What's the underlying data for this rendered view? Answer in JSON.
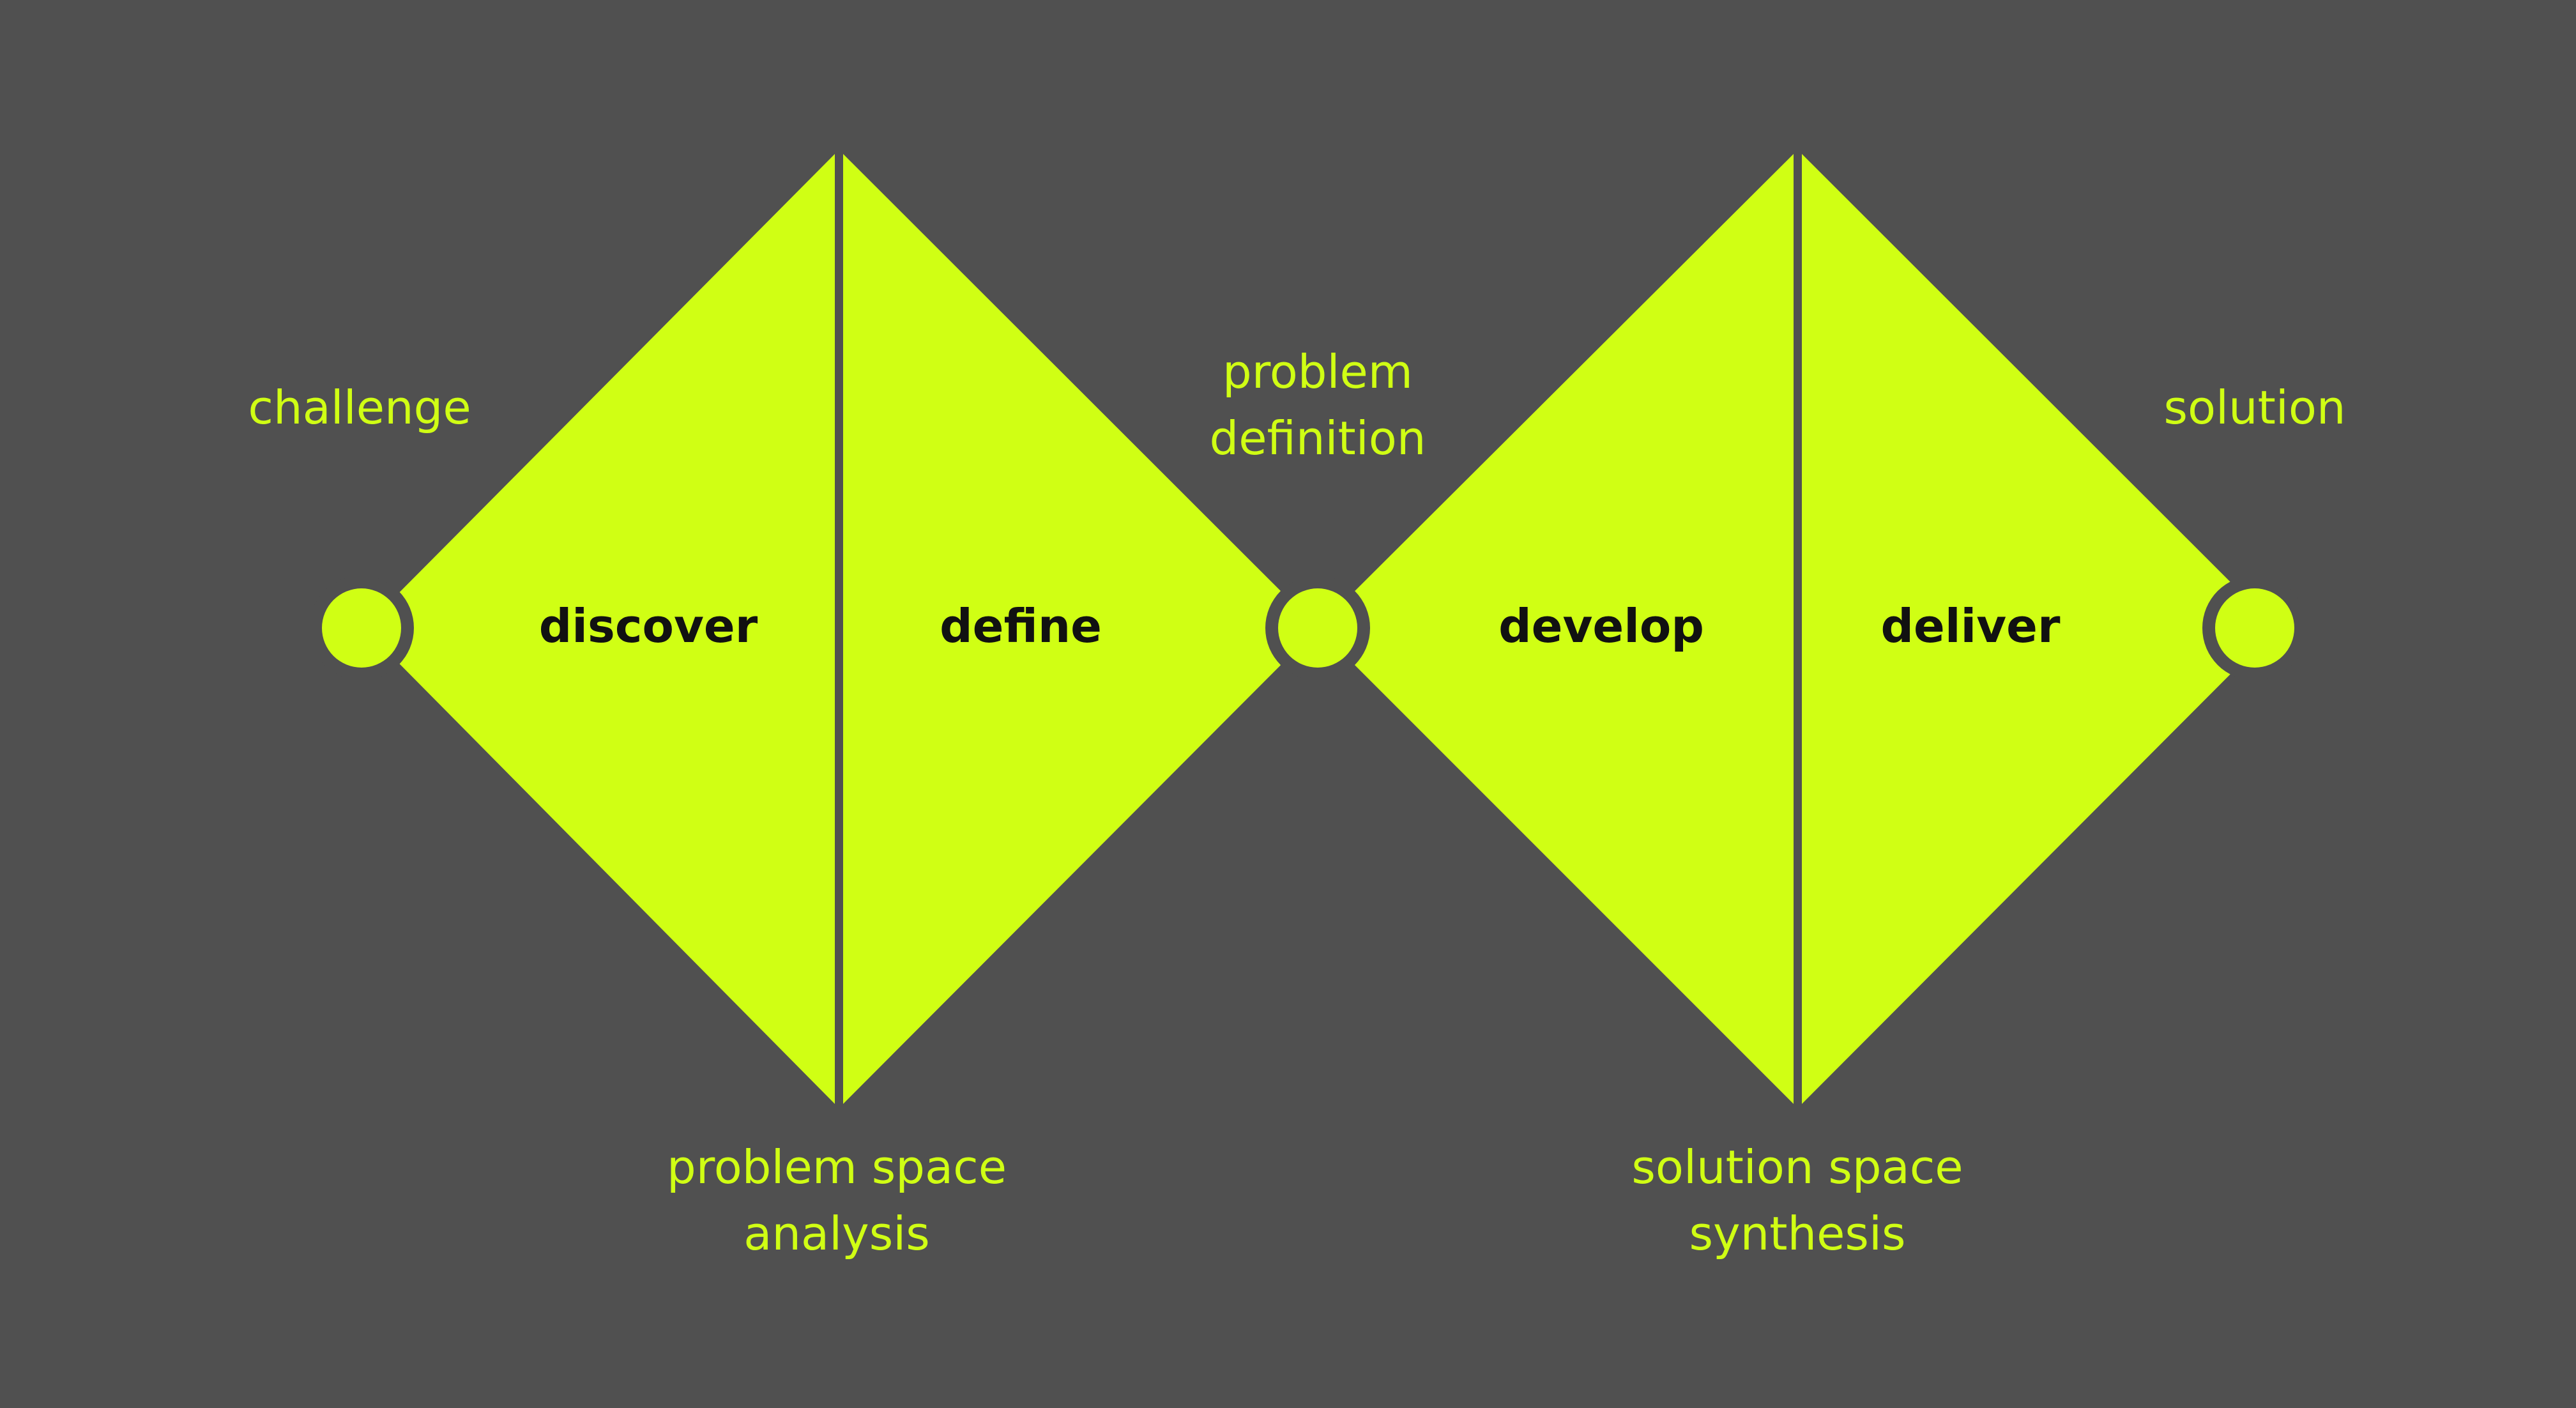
{
  "colors": {
    "background": "#505050",
    "accent": "#d0ff14",
    "phase_text": "#111111",
    "divider": "#505050"
  },
  "phases": {
    "discover": "discover",
    "define": "define",
    "develop": "develop",
    "deliver": "deliver"
  },
  "milestones": {
    "challenge": "challenge",
    "problem_definition": [
      "problem",
      "definition"
    ],
    "solution": "solution"
  },
  "spaces": {
    "problem_space": [
      "problem space",
      "analysis"
    ],
    "solution_space": [
      "solution space",
      "synthesis"
    ]
  }
}
